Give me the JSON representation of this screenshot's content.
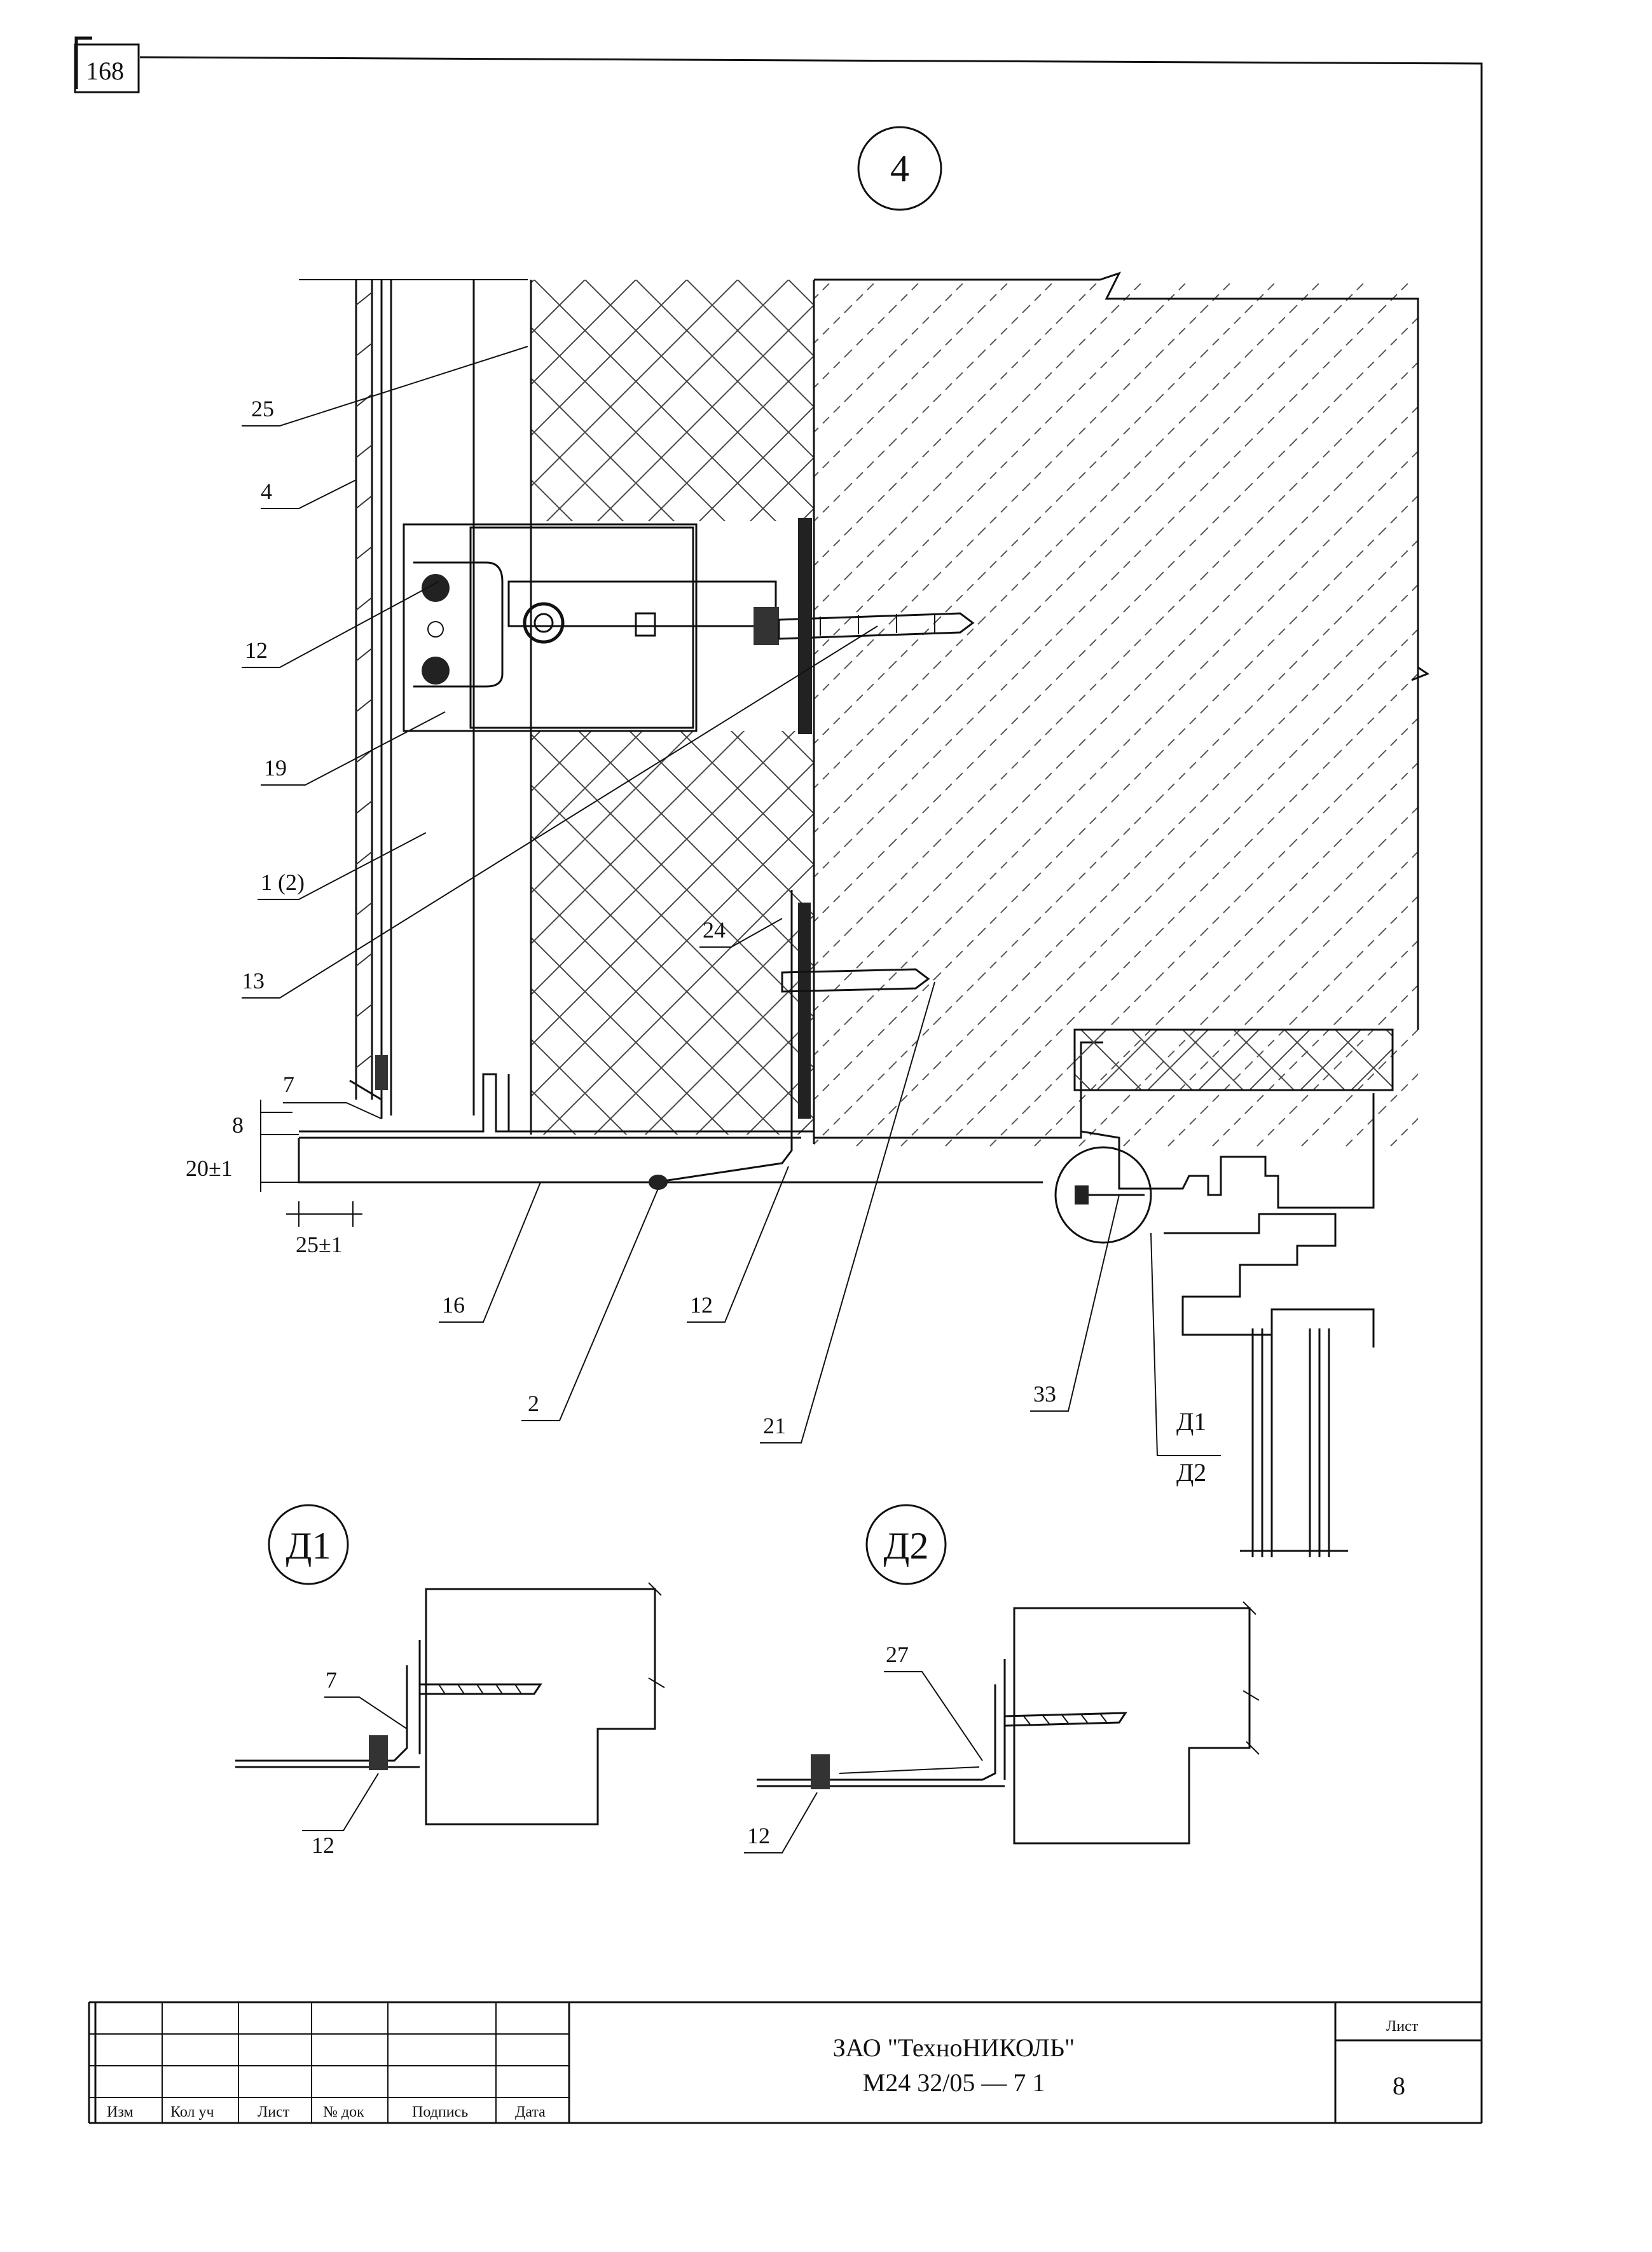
{
  "sheet_number_corner": "168",
  "detail_main": "4",
  "callouts": {
    "c25": "25",
    "c4": "4",
    "c12a": "12",
    "c19": "19",
    "c1_2": "1 (2)",
    "c13": "13",
    "c7a": "7",
    "c8": "8",
    "c24": "24",
    "c16": "16",
    "c12b": "12",
    "c2": "2",
    "c21": "21",
    "c33": "33",
    "d1d2_top": "Д1",
    "d1d2_bottom": "Д2"
  },
  "dimensions": {
    "gap_vertical": "20±1",
    "gap_horizontal": "25±1"
  },
  "details": {
    "d1": {
      "title": "Д1",
      "label_top": "7",
      "label_bottom": "12"
    },
    "d2": {
      "title": "Д2",
      "label_top": "27",
      "label_bottom": "12"
    }
  },
  "title_block": {
    "company": "ЗАО \"ТехноНИКОЛЬ\"",
    "doc_code": "М24 32/05 — 7 1",
    "sheet_label": "Лист",
    "sheet_number": "8",
    "columns": [
      "Изм",
      "Кол уч",
      "Лист",
      "№ док",
      "Подпись",
      "Дата"
    ]
  }
}
